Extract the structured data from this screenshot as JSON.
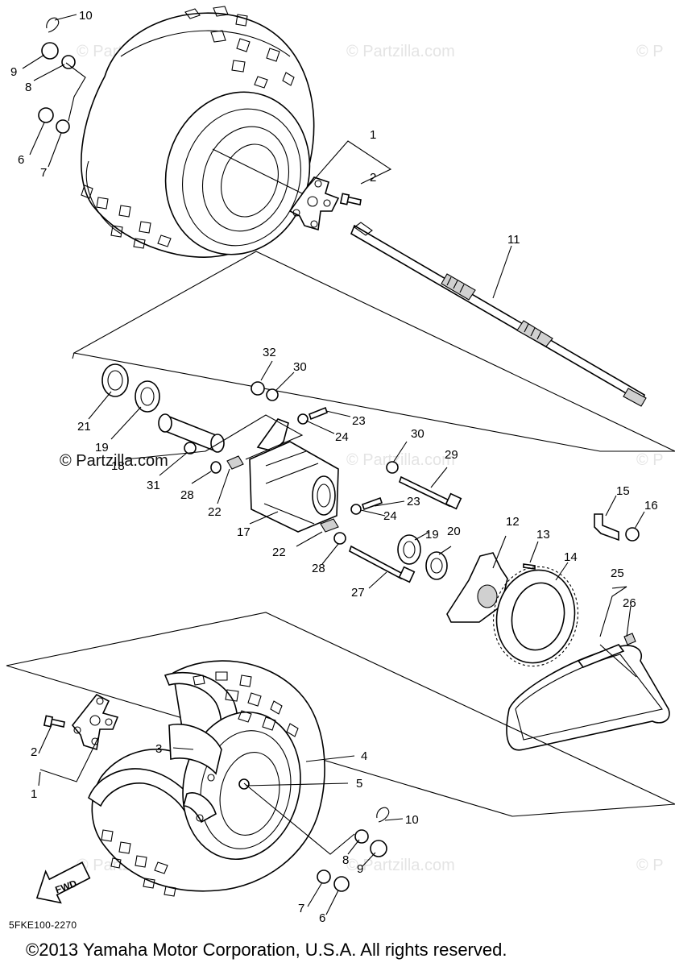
{
  "watermarks": {
    "brand": "© Partzilla.com",
    "brand_short": "© P"
  },
  "callouts": {
    "n1": "1",
    "n2": "2",
    "n3": "3",
    "n4": "4",
    "n5": "5",
    "n6": "6",
    "n7": "7",
    "n8": "8",
    "n9": "9",
    "n10": "10",
    "n11": "11",
    "n12": "12",
    "n13": "13",
    "n14": "14",
    "n15": "15",
    "n16": "16",
    "n17": "17",
    "n18": "18",
    "n19": "19",
    "n20": "20",
    "n21": "21",
    "n22": "22",
    "n23": "23",
    "n24": "24",
    "n25": "25",
    "n26": "26",
    "n27": "27",
    "n28": "28",
    "n29": "29",
    "n30": "30",
    "n31": "31",
    "n32": "32"
  },
  "fwd_label": "FWD",
  "diagram_code": "5FKE100-2270",
  "copyright": "©2013 Yamaha Motor Corporation, U.S.A. All rights reserved."
}
